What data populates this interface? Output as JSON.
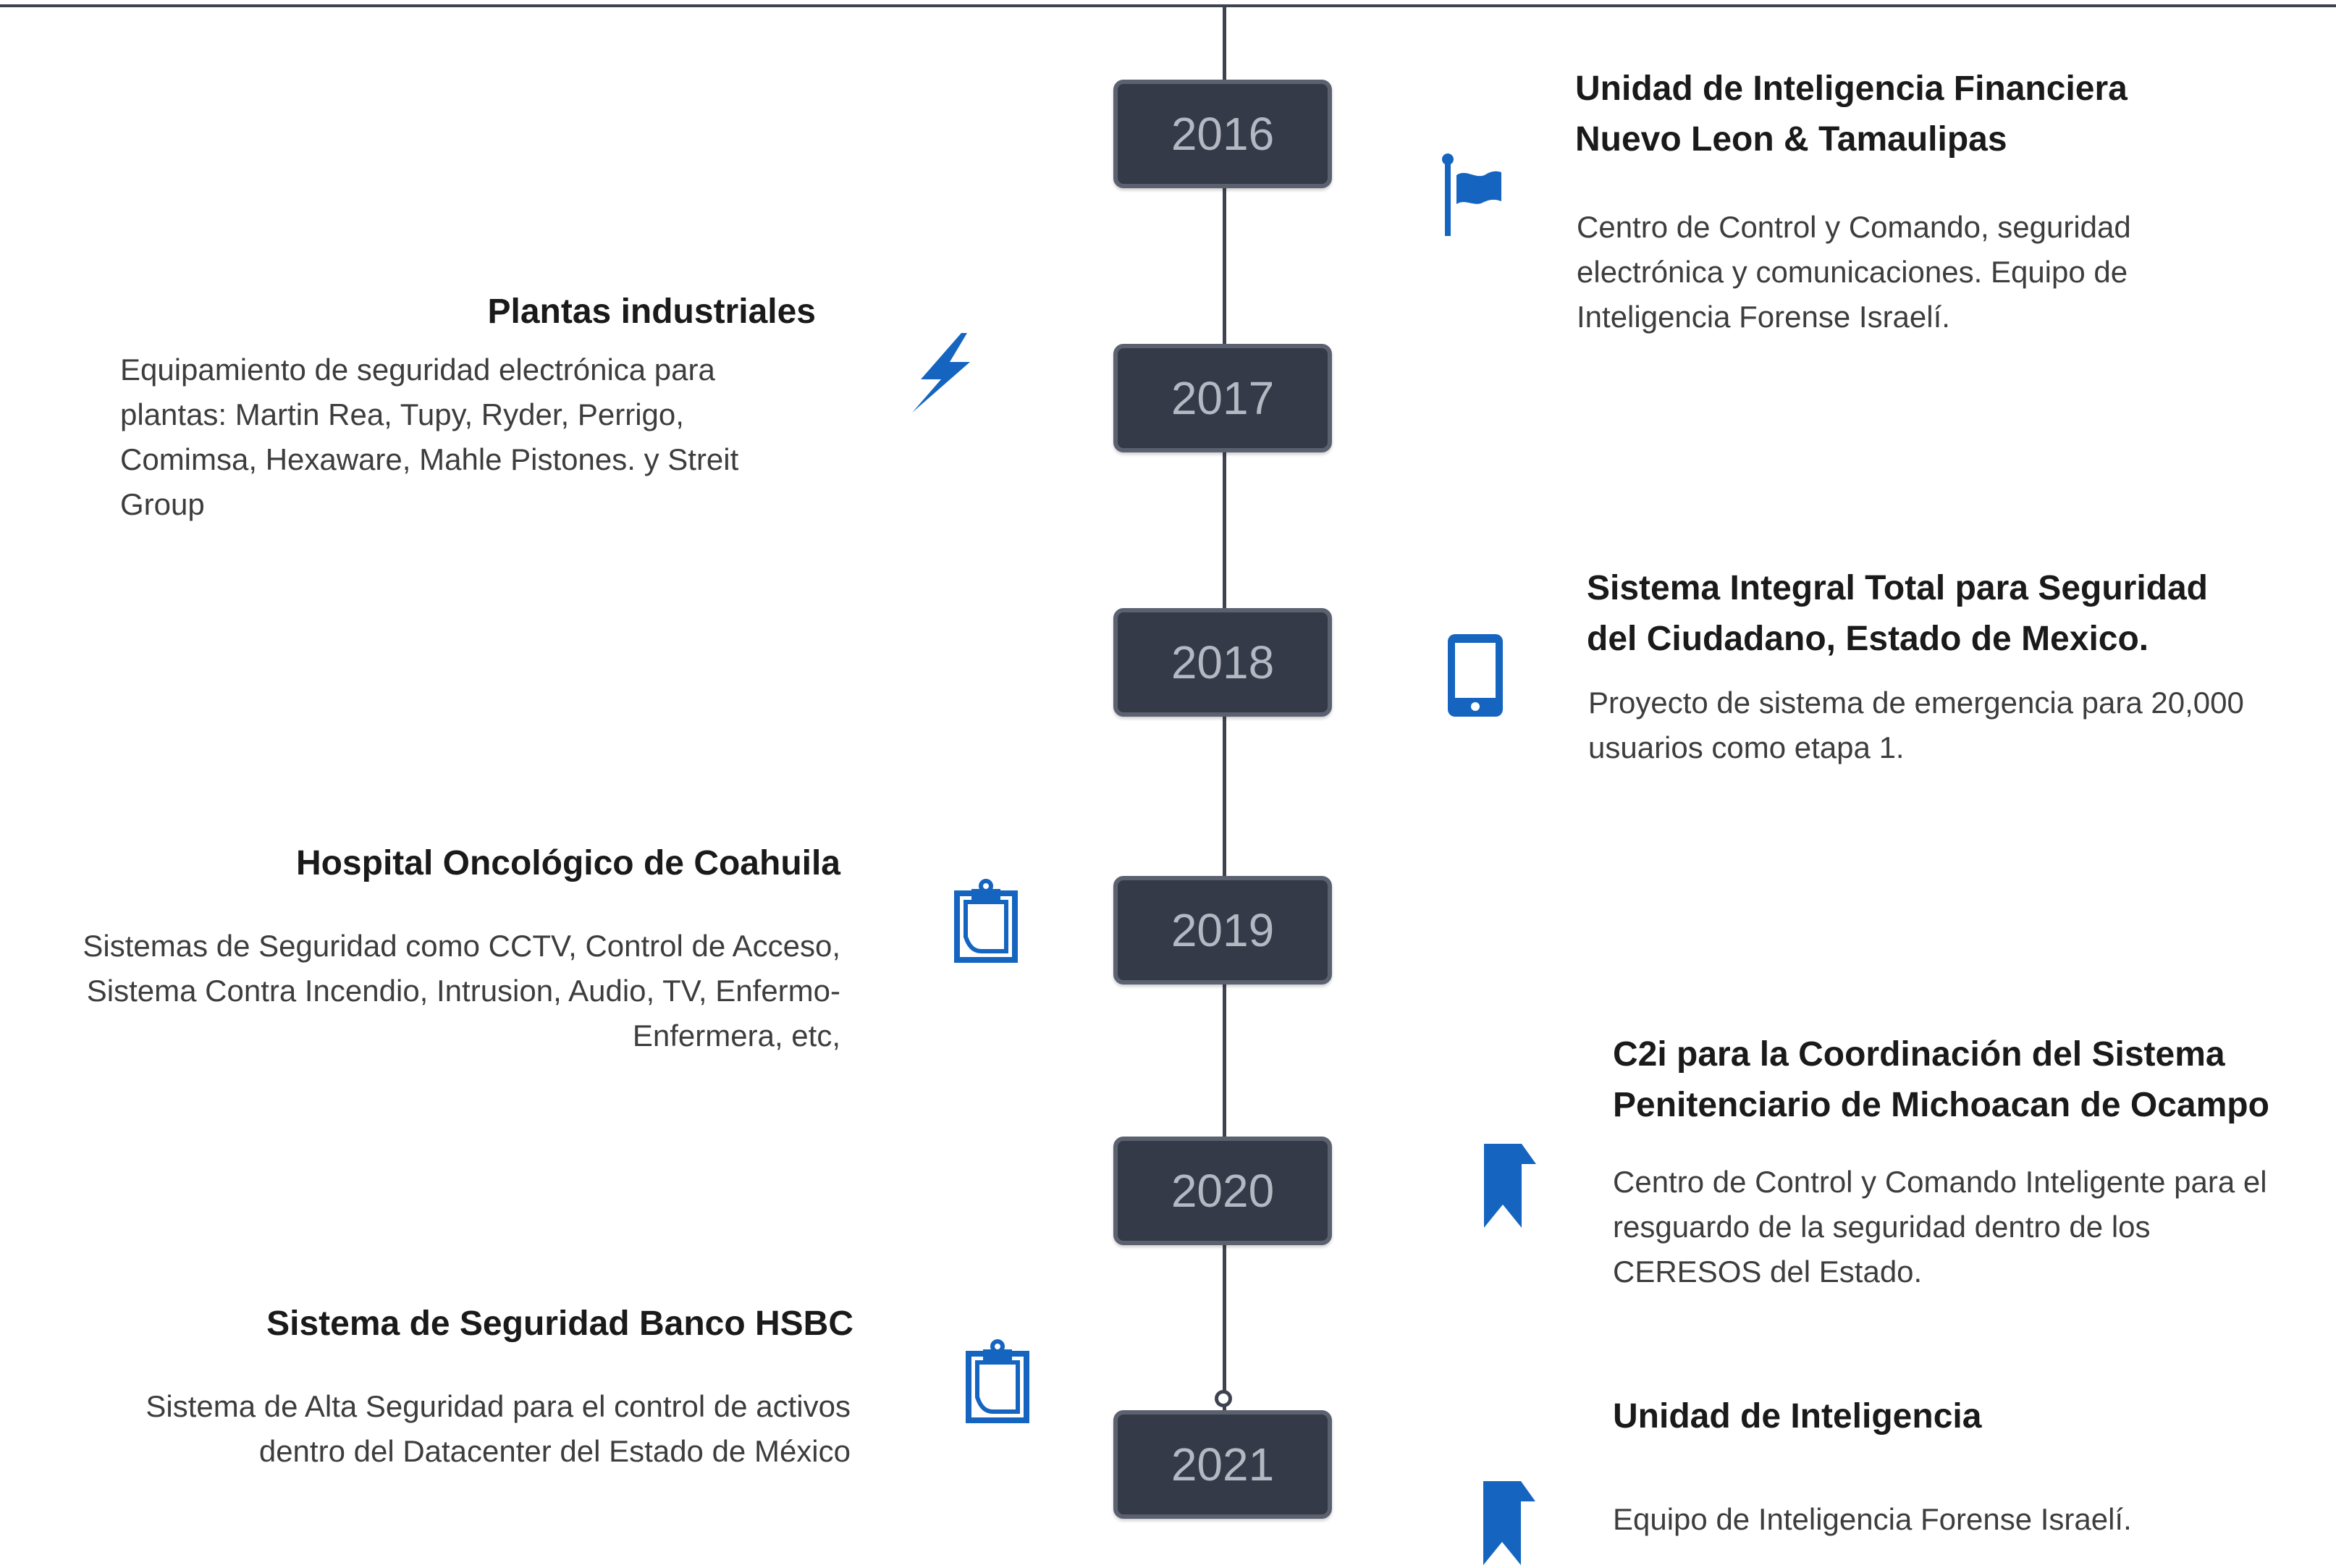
{
  "colors": {
    "spine": "#3f4350",
    "year_box": "#353a48",
    "year_text": "#b4b8c2",
    "icon": "#1565c0"
  },
  "years": [
    "2016",
    "2017",
    "2018",
    "2019",
    "2020",
    "2021"
  ],
  "events": [
    {
      "title": "Unidad de Inteligencia Financiera\nNuevo Leon & Tamaulipas",
      "description": "Centro de Control y Comando, seguridad\nelectrónica y comunicaciones. Equipo de\nInteligencia Forense Israelí.",
      "icon": "flag-icon"
    },
    {
      "title": "Plantas industriales",
      "description": "Equipamiento de seguridad electrónica para\nplantas: Martin Rea, Tupy, Ryder, Perrigo,\nComimsa, Hexaware, Mahle Pistones. y Streit\nGroup",
      "icon": "lightning-icon"
    },
    {
      "title": "Sistema Integral Total para Seguridad\ndel Ciudadano, Estado de Mexico.",
      "description": "Proyecto de sistema de emergencia para 20,000\nusuarios como etapa 1.",
      "icon": "mobile-phone-icon"
    },
    {
      "title": "Hospital Oncológico  de  Coahuila",
      "description": "Sistemas de Seguridad como  CCTV, Control de Acceso,\nSistema Contra Incendio, Intrusion, Audio, TV, Enfermo-\nEnfermera, etc,",
      "icon": "clipboard-icon"
    },
    {
      "title": "C2i para la Coordinación del Sistema\nPenitenciario de Michoacan de Ocampo",
      "description": "Centro de Control y Comando Inteligente para el\nresguardo de la seguridad dentro de los\nCERESOS del Estado.",
      "icon": "bookmark-icon"
    },
    {
      "title": "Sistema de Seguridad Banco HSBC",
      "description": "Sistema de Alta Seguridad para el control de activos\ndentro del Datacenter del Estado de México",
      "icon": "clipboard-icon"
    },
    {
      "title": "Unidad de Inteligencia",
      "description": "Equipo de Inteligencia Forense Israelí.",
      "icon": "bookmark-icon"
    }
  ]
}
